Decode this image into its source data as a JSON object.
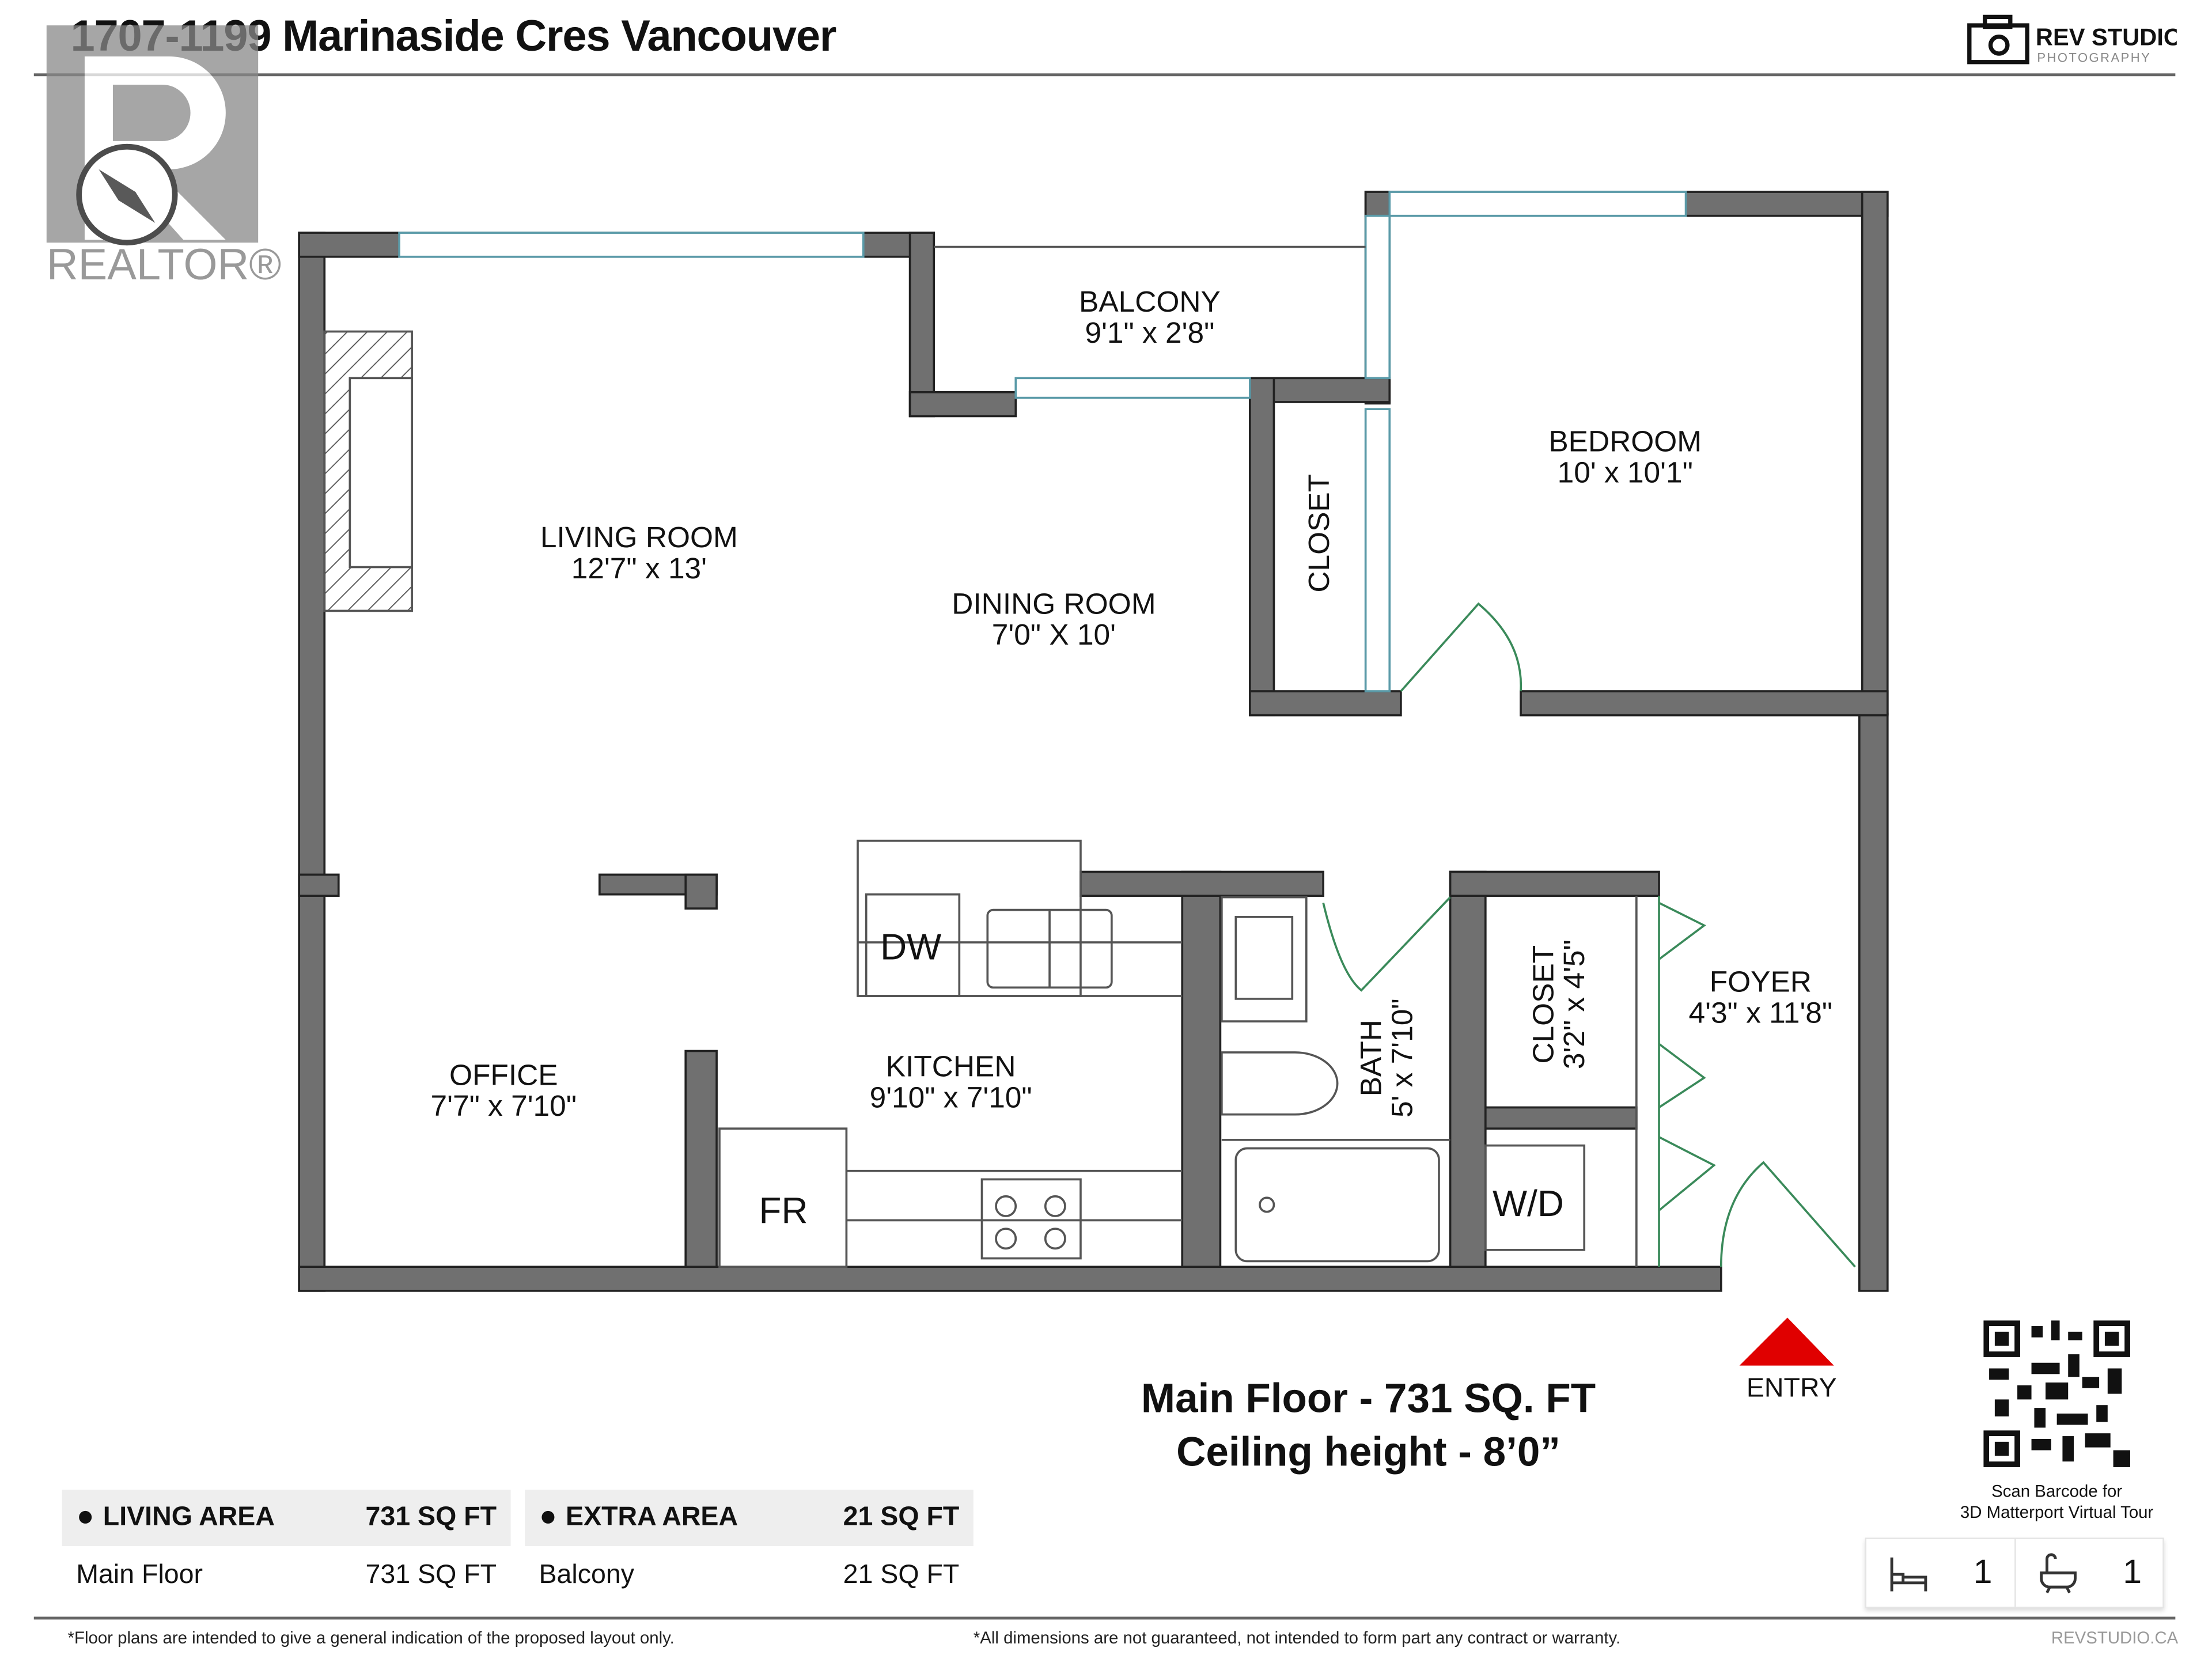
{
  "header": {
    "title": "1707-1199 Marinaside Cres Vancouver",
    "brand": "REV STUDIO",
    "brand_sub": "PHOTOGRAPHY",
    "realtor_logo": "REALTOR®"
  },
  "rooms": {
    "balcony": {
      "name": "BALCONY",
      "dim": "9'1\" x 2'8\""
    },
    "bedroom": {
      "name": "BEDROOM",
      "dim": "10' x 10'1\""
    },
    "living": {
      "name": "LIVING ROOM",
      "dim": "12'7\" x 13'"
    },
    "dining": {
      "name": "DINING ROOM",
      "dim": "7'0\" X 10'"
    },
    "closet1": {
      "name": "CLOSET"
    },
    "office": {
      "name": "OFFICE",
      "dim": "7'7\" x 7'10\""
    },
    "kitchen": {
      "name": "KITCHEN",
      "dim": "9'10\" x 7'10\""
    },
    "bath": {
      "name": "BATH",
      "dim": "5' x 7'10\""
    },
    "closet2": {
      "name": "CLOSET",
      "dim": "3'2\" x 4'5\""
    },
    "foyer": {
      "name": "FOYER",
      "dim": "4'3\" x 11'8\""
    }
  },
  "fixtures": {
    "dw": "DW",
    "fr": "FR",
    "wd": "W/D"
  },
  "entry": {
    "label": "ENTRY",
    "color": "#e00000"
  },
  "summary": {
    "line1": "Main Floor - 731 SQ. FT",
    "line2": "Ceiling height - 8’0”"
  },
  "qr": {
    "caption1": "Scan Barcode for",
    "caption2": "3D Matterport Virtual Tour"
  },
  "living_area": {
    "label": "LIVING AREA",
    "total": "731 SQ FT",
    "rows": [
      {
        "name": "Main Floor",
        "value": "731 SQ FT"
      }
    ]
  },
  "extra_area": {
    "label": "EXTRA AREA",
    "total": "21 SQ FT",
    "rows": [
      {
        "name": "Balcony",
        "value": "21 SQ FT"
      }
    ]
  },
  "counts": {
    "bedrooms": "1",
    "bathrooms": "1",
    "bed_icon": "bed-icon",
    "bath_icon": "bathtub-icon"
  },
  "footer": {
    "left": "*Floor plans are intended to give a general indication of the proposed layout only.",
    "center": "*All dimensions are not guaranteed, not intended to form part any contract or warranty.",
    "right": "REVSTUDIO.CA"
  },
  "colors": {
    "wall": "#707070",
    "window": "#5a9aa8",
    "door": "#3a8a5a"
  }
}
